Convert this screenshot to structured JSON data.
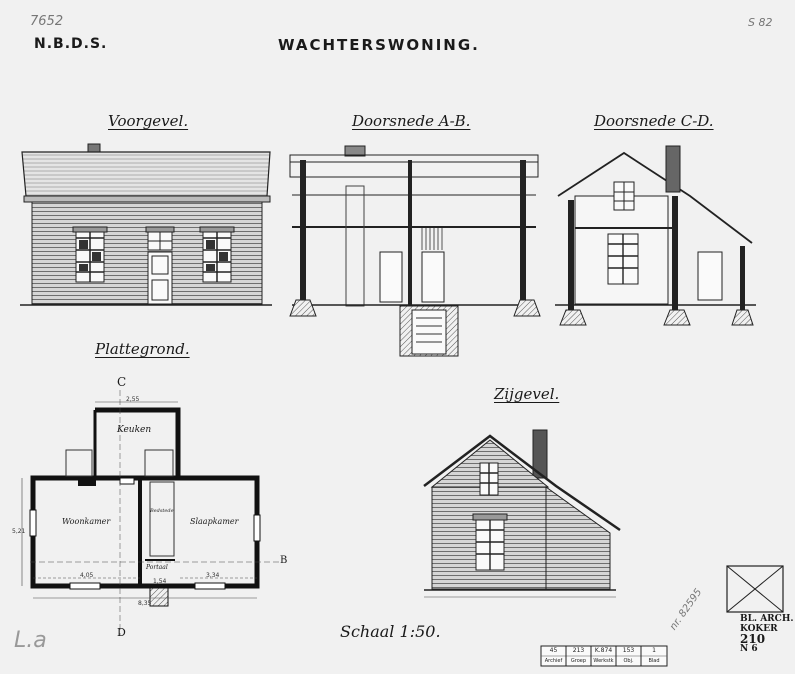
{
  "sheet": {
    "pencil_number": "7652",
    "org": "N.B.D.S.",
    "title": "WACHTERSWONING.",
    "corner_pencil": "S 82"
  },
  "views": {
    "front": "Voorgevel.",
    "section_ab": "Doorsnede A-B.",
    "section_cd": "Doorsnede C-D.",
    "plan": "Plattegrond.",
    "side": "Zijgevel."
  },
  "plan": {
    "north_mark": "C",
    "south_mark": "D",
    "b_mark": "B",
    "rooms": {
      "kitchen": "Keuken",
      "living": "Woonkamer",
      "bedroom": "Slaapkamer",
      "bedstede": "Bedstede",
      "portaal": "Portaal"
    },
    "dims": {
      "top_width": "2,55",
      "left_living": "4,05",
      "right_bed": "3,34",
      "total": "8,35",
      "depth": "5,21",
      "portaal": "1,54"
    }
  },
  "scale": "Schaal 1:50.",
  "archive_stamp": {
    "line1": "BL. ARCH.",
    "line2": "KOKER",
    "line3": "210",
    "line4": "N 6"
  },
  "title_block": {
    "cells": [
      "45",
      "213",
      "K.874",
      "153",
      "1"
    ],
    "captions": [
      "Archief",
      "Groep",
      "Werkstk",
      "Obj.",
      "Blad"
    ]
  },
  "pencil_marks": {
    "bottom_left": "L.a",
    "bottom_right": "nr. 82595"
  }
}
